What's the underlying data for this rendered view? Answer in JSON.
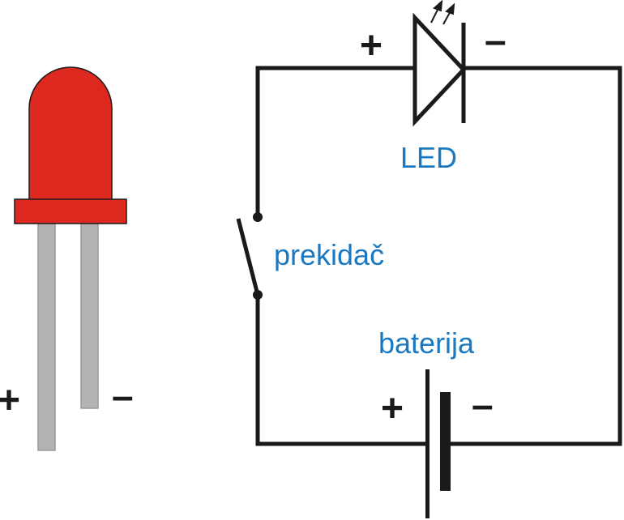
{
  "labels": {
    "led": "LED",
    "switch": "prekidač",
    "battery": "baterija"
  },
  "polarity": {
    "plus": "+",
    "minus": "–"
  },
  "colors": {
    "label_blue": "#1a79c0",
    "led_red": "#dc281e",
    "leg_gray": "#b3b3b3",
    "leg_outline": "#999999",
    "wire": "#1a1a1a"
  },
  "icons": [
    "led-component-icon",
    "led-symbol-icon",
    "switch-symbol-icon",
    "battery-symbol-icon",
    "light-emission-arrow-icon"
  ]
}
